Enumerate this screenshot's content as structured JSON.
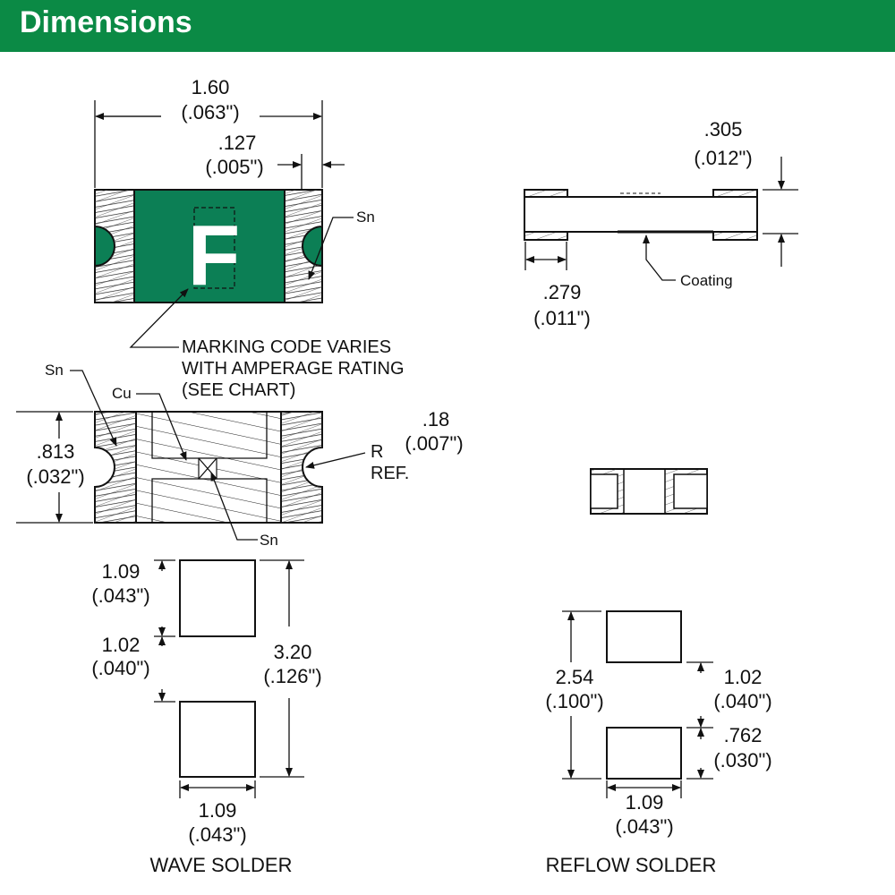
{
  "header": {
    "title": "Dimensions",
    "color": "#0b8a45"
  },
  "top_view": {
    "width_mm": "1.60",
    "width_in": "(.063\")",
    "term_mm": ".127",
    "term_in": "(.005\")",
    "sn_label": "Sn",
    "marking_letter": "F",
    "body_color": "#0c7f55",
    "marking_note": [
      "MARKING CODE VARIES",
      "WITH AMPERAGE RATING",
      "(SEE CHART)"
    ]
  },
  "cross_section": {
    "height_mm": ".813",
    "height_in": "(.032\")",
    "sn_label_top": "Sn",
    "cu_label": "Cu",
    "sn_label_bottom": "Sn",
    "radius_mm": ".18",
    "radius_in": "(.007\")",
    "r_label": "R",
    "ref_label": "REF."
  },
  "side_view": {
    "thick_mm": ".305",
    "thick_in": "(.012\")",
    "term_mm": ".279",
    "term_in": "(.011\")",
    "coating_label": "Coating"
  },
  "wave_solder": {
    "title": "WAVE SOLDER",
    "pad_len_mm": "1.09",
    "pad_len_in": "(.043\")",
    "gap_mm": "1.02",
    "gap_in": "(.040\")",
    "total_mm": "3.20",
    "total_in": "(.126\")",
    "pad_w_mm": "1.09",
    "pad_w_in": "(.043\")"
  },
  "reflow_solder": {
    "title": "REFLOW SOLDER",
    "total_mm": "2.54",
    "total_in": "(.100\")",
    "pad_len_mm": "1.02",
    "pad_len_in": "(.040\")",
    "gap_mm": ".762",
    "gap_in": "(.030\")",
    "pad_w_mm": "1.09",
    "pad_w_in": "(.043\")"
  }
}
